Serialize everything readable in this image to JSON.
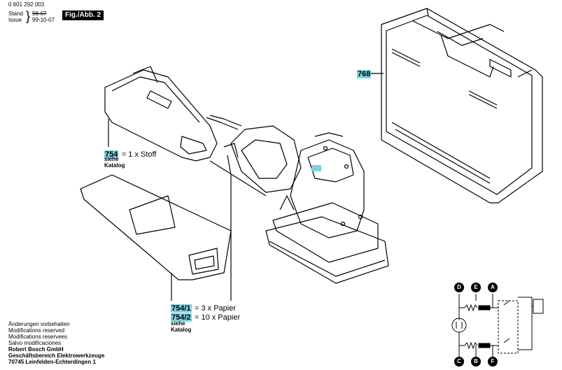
{
  "header": {
    "doc_number": "0 601 292 003",
    "stand_label": "Stand",
    "issue_label": "Issue",
    "old_date": "98-07",
    "new_date": "99-10-07",
    "fig_label": "Fig./Abb. 2"
  },
  "callouts": {
    "case": {
      "number": "768"
    },
    "cloth_bag": {
      "number": "754",
      "text": "= 1 x Stoff",
      "see": "siehe",
      "catalog": "Katalog"
    },
    "paper_bags": {
      "item1_number": "754/1",
      "item1_text": "=   3 x Papier",
      "item2_number": "754/2",
      "item2_text": "= 10 x Papier",
      "see": "siehe",
      "catalog": "Katalog"
    }
  },
  "footer": {
    "lines": [
      "Änderungen vorbehalten",
      "Modifications reserved",
      "Modifications reservees",
      "Salvo modificaciones"
    ],
    "company": "Robert Bosch GmbH",
    "division": "Geschäftsbereich Elektrowerkzeuge",
    "address": "70745 Leinfelden-Echterdingen 1"
  },
  "circuit": {
    "top_labels": [
      "D",
      "E",
      "A"
    ],
    "bottom_labels": [
      "C",
      "B",
      "F"
    ]
  },
  "colors": {
    "highlight": "#7fd0e0",
    "ink": "#000000"
  }
}
